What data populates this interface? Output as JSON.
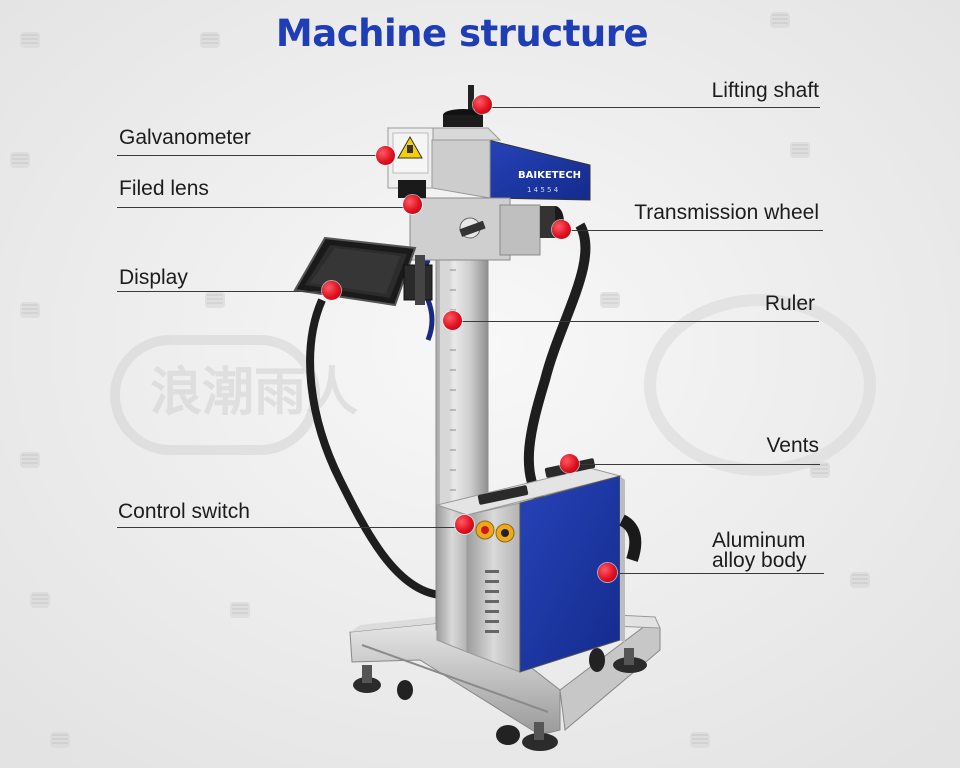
{
  "title": "Machine structure",
  "brand": {
    "logo_text": "BAIKETECH",
    "sub_text": "1 4 5 5 4"
  },
  "watermark": "浪潮雨人",
  "callouts": [
    {
      "id": "lifting-shaft",
      "label": "Lifting shaft"
    },
    {
      "id": "galvanometer",
      "label": "Galvanometer"
    },
    {
      "id": "filed-lens",
      "label": "Filed lens"
    },
    {
      "id": "transmission-wheel",
      "label": "Transmission wheel"
    },
    {
      "id": "display",
      "label": "Display"
    },
    {
      "id": "ruler",
      "label": "Ruler"
    },
    {
      "id": "vents",
      "label": "Vents"
    },
    {
      "id": "control-switch",
      "label": "Control switch"
    },
    {
      "id": "aluminum-alloy-body",
      "label_line1": "Aluminum",
      "label_line2": "alloy body"
    }
  ],
  "colors": {
    "title": "#1f3db4",
    "marker": "#e01020",
    "body_panel": "#1b36a8"
  }
}
